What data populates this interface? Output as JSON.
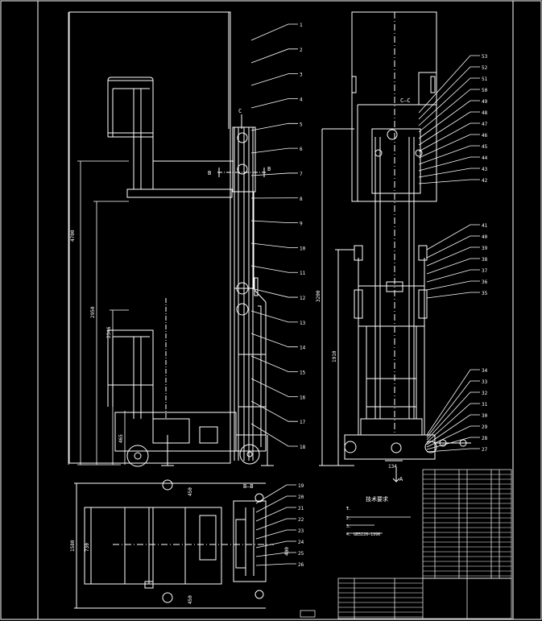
{
  "view_labels": {
    "section_cc": "C—C",
    "section_bb": "B—B",
    "cut_b_left": "B",
    "cut_b_right": "B",
    "cut_c": "C",
    "arrow_a": "A",
    "tech_req_title": "技术要求"
  },
  "dimensions": {
    "overall_height": "4700",
    "mid_height": "2950",
    "lower_height": "2346",
    "base_height": "465",
    "right_height": "3200",
    "right_lower": "1910",
    "wheel_span": "134",
    "plan_width_outer": "1580",
    "plan_width_inner": "730",
    "plan_top": "450",
    "plan_bottom": "450",
    "plan_side": "400"
  },
  "balloons_left": [
    "1",
    "2",
    "3",
    "4",
    "5",
    "6",
    "7",
    "8",
    "9",
    "10",
    "11",
    "12",
    "13",
    "14",
    "15",
    "16",
    "17",
    "18"
  ],
  "balloons_right_upper": [
    "53",
    "52",
    "51",
    "50",
    "49",
    "48",
    "47",
    "46",
    "45",
    "44",
    "43",
    "42"
  ],
  "balloons_right_mid": [
    "41",
    "40",
    "39",
    "38",
    "37",
    "36",
    "35"
  ],
  "balloons_right_lower": [
    "34",
    "33",
    "32",
    "31",
    "30",
    "29",
    "28",
    "27"
  ],
  "balloons_plan": [
    "19",
    "20",
    "21",
    "22",
    "23",
    "24",
    "25",
    "26"
  ],
  "tech_requirements": [
    "1.",
    "2.",
    "3.",
    "4.                    GB5226—1996"
  ]
}
